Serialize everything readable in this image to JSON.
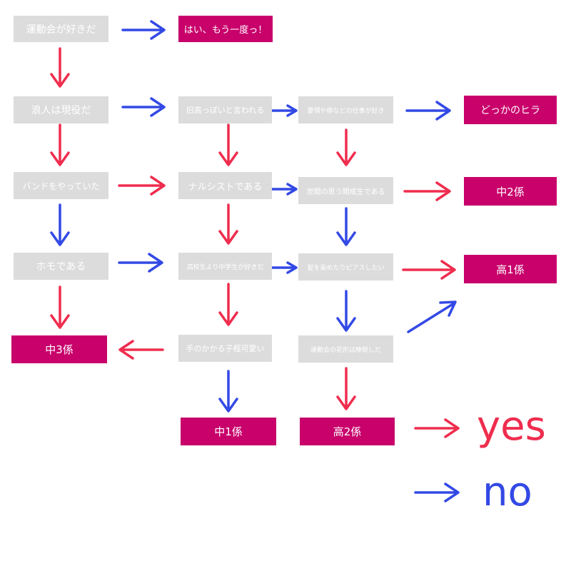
{
  "colors": {
    "yes": "#ef2d4e",
    "no": "#3349e5",
    "question_box": "#dcdcdc",
    "result_box": "#c8016b",
    "box_text": "#ffffff"
  },
  "nodes": {
    "q_sports_day": "運動会が好きだ",
    "r_again": "はい、もう一度っ！",
    "q_ronin": "浪人は現役だ",
    "q_old_high": "旧高っぽいと言われる",
    "q_job": "要領や柳などの仕事が好き",
    "r_dokka": "どっかのヒラ",
    "q_band": "バンドをやっていた",
    "q_narcissist": "ナルシストである",
    "q_world": "世間の思う開成生である",
    "r_chu2": "中2係",
    "q_homo": "ホモである",
    "q_likes_middle": "高校生より中学生が好きだ",
    "q_dye_hair": "髪を染めたりピアスしたい",
    "r_ko1": "高1係",
    "r_chu3": "中3係",
    "q_childcare": "手のかかる子程可愛い",
    "q_flower": "運動会の花形は棒倒しだ",
    "r_chu1": "中1係",
    "r_ko2": "高2係"
  },
  "legend": {
    "yes_label": "yes",
    "no_label": "no"
  }
}
